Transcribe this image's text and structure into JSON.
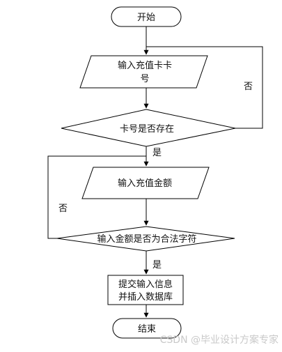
{
  "flowchart": {
    "start": "开始",
    "input_card": [
      "输入充值卡卡",
      "号"
    ],
    "check_card": "卡号是否存在",
    "input_amount": "输入充值金额",
    "check_amount": "输入金额是否为合法字符",
    "submit": [
      "提交输入信息",
      "并插入数据库"
    ],
    "end": "结束",
    "yes_1": "是",
    "no_1": "否",
    "yes_2": "是",
    "no_2": "否"
  },
  "watermark": "CSDN @毕业设计方案专家"
}
